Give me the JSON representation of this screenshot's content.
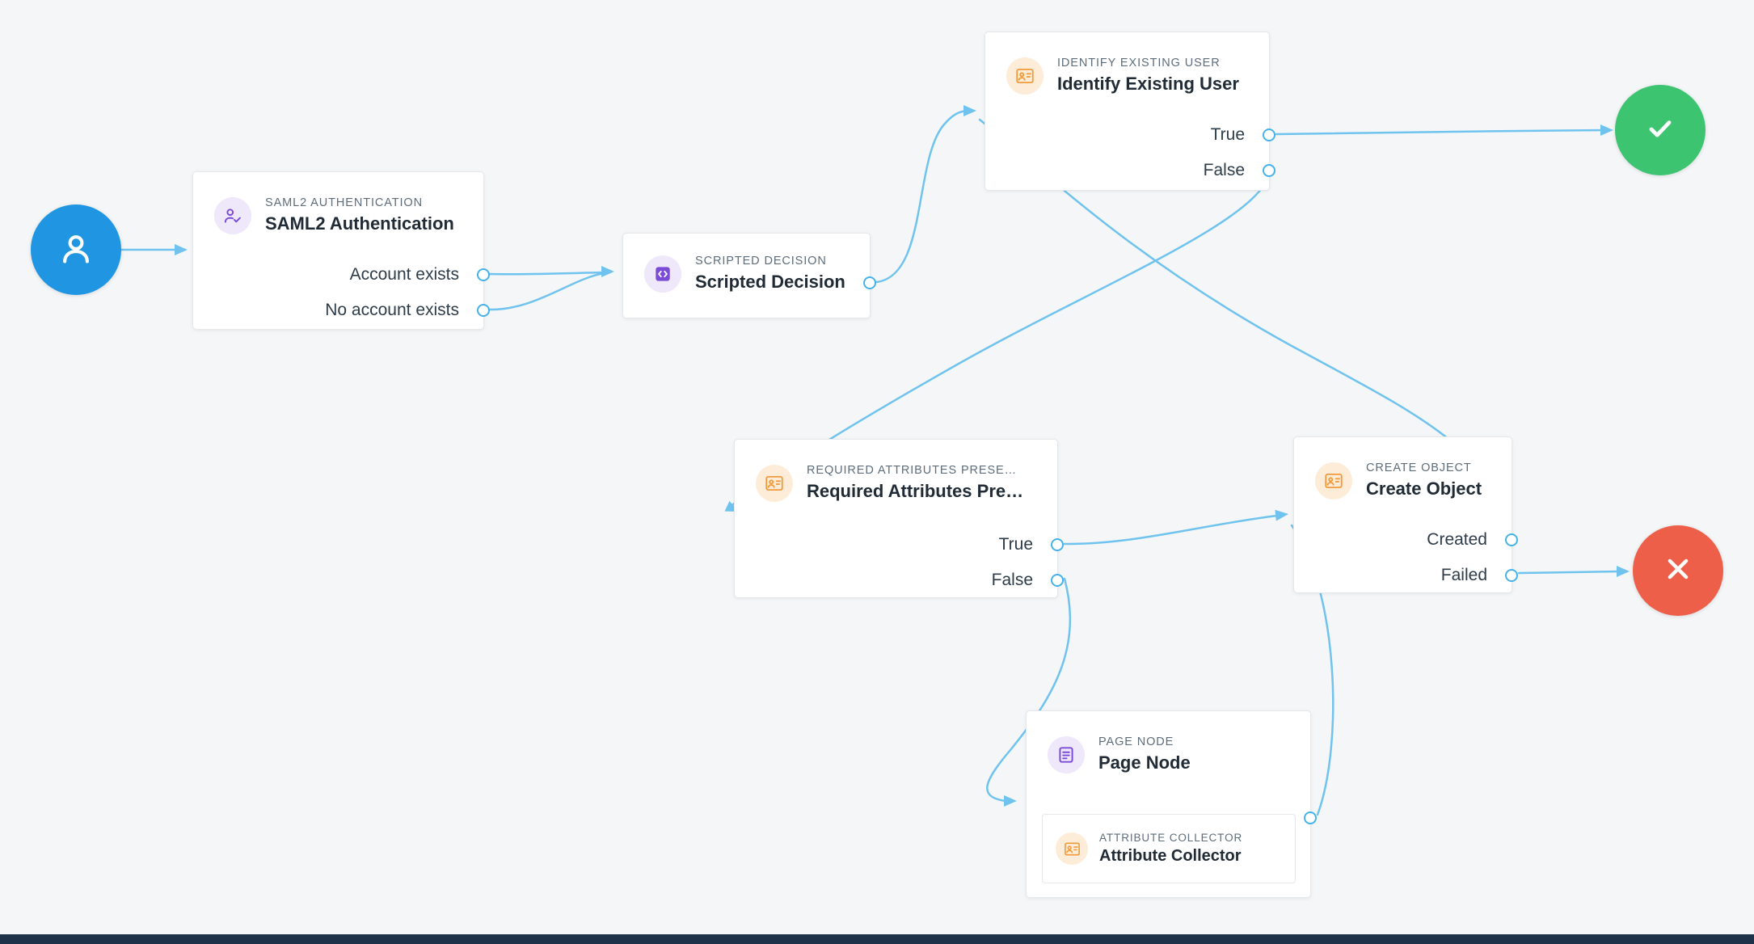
{
  "canvas": {
    "background": "#f5f6f7"
  },
  "colors": {
    "edge": "#6fc3ee",
    "port_ring": "#45b2ea",
    "start_node": "#2096e3",
    "success_node": "#3dc470",
    "failure_node": "#ee5f4a",
    "purple_icon": "#7a4bd6",
    "orange_icon": "#f09b3d",
    "label_text": "#5e6d7b",
    "title_text": "#202b36"
  },
  "nodes": {
    "start": {
      "name": "Start",
      "icon": "user-icon"
    },
    "saml2": {
      "label": "SAML2 AUTHENTICATION",
      "title": "SAML2 Authentication",
      "icon": "user-check-icon",
      "outputs": [
        "Account exists",
        "No account exists"
      ]
    },
    "scripted": {
      "label": "SCRIPTED DECISION",
      "title": "Scripted Decision",
      "icon": "script-icon",
      "outputs": []
    },
    "identify": {
      "label": "IDENTIFY EXISTING USER",
      "title": "Identify Existing User",
      "icon": "id-card-icon",
      "outputs": [
        "True",
        "False"
      ]
    },
    "required": {
      "label": "REQUIRED ATTRIBUTES PRESE…",
      "title": "Required Attributes Pre…",
      "icon": "id-card-icon",
      "outputs": [
        "True",
        "False"
      ]
    },
    "create": {
      "label": "CREATE OBJECT",
      "title": "Create Object",
      "icon": "id-card-icon",
      "outputs": [
        "Created",
        "Failed"
      ]
    },
    "page": {
      "label": "PAGE NODE",
      "title": "Page Node",
      "icon": "page-icon",
      "child": {
        "label": "ATTRIBUTE COLLECTOR",
        "title": "Attribute Collector",
        "icon": "id-card-icon"
      }
    },
    "success": {
      "name": "Success",
      "icon": "check-icon"
    },
    "failure": {
      "name": "Failure",
      "icon": "x-icon"
    }
  },
  "edges": [
    {
      "from": "start",
      "to": "saml2"
    },
    {
      "from": "saml2.Account exists",
      "to": "scripted"
    },
    {
      "from": "saml2.No account exists",
      "to": "scripted"
    },
    {
      "from": "scripted.outcome",
      "to": "identify"
    },
    {
      "from": "identify.True",
      "to": "success"
    },
    {
      "from": "identify.False",
      "to": "required"
    },
    {
      "from": "required.True",
      "to": "create"
    },
    {
      "from": "required.False",
      "to": "page"
    },
    {
      "from": "page.out",
      "to": "create"
    },
    {
      "from": "create.Created",
      "to": "identify"
    },
    {
      "from": "create.Failed",
      "to": "failure"
    }
  ]
}
